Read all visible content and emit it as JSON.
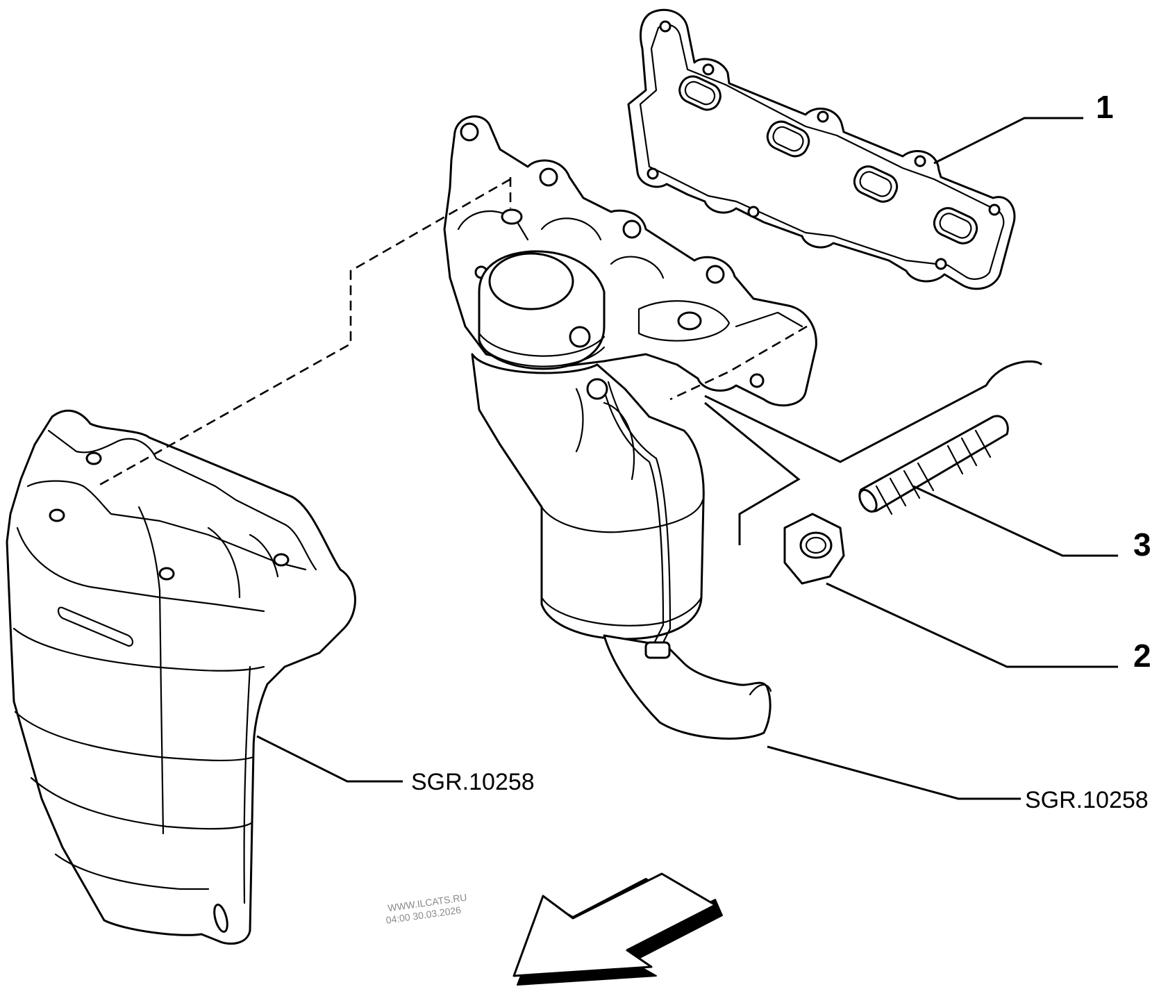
{
  "callouts": {
    "part1": "1",
    "part2": "2",
    "part3": "3",
    "ref_heat_shield": "SGR.10258",
    "ref_manifold": "SGR.10258"
  },
  "watermark": {
    "site": "WWW.ILCATS.RU",
    "stamp": "04:00 30.03.2026"
  },
  "icons": {
    "gasket": "exhaust-gasket-icon",
    "manifold": "exhaust-manifold-catalyst-icon",
    "shield": "heat-shield-icon",
    "stud": "stud-bolt-icon",
    "nut": "hex-nut-icon",
    "direction": "direction-arrow-icon"
  }
}
